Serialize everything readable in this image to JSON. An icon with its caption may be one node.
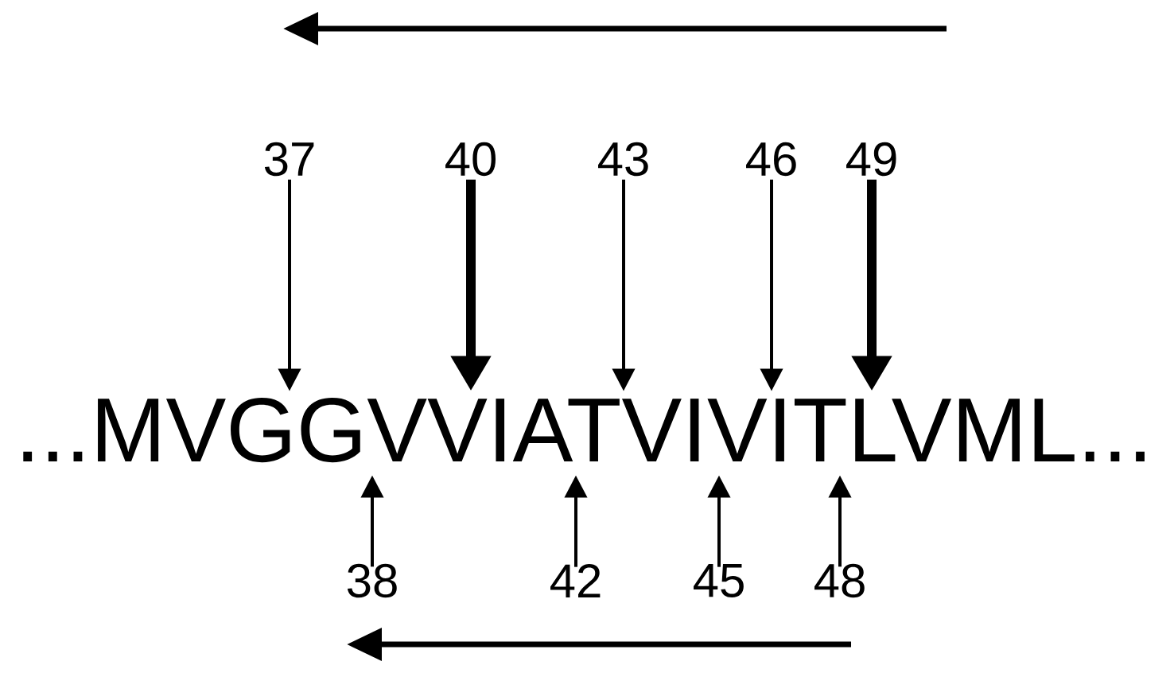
{
  "diagram": {
    "nodes": [
      {
        "text": [
          "37"
        ]
      },
      {
        "text": [
          "40"
        ]
      },
      {
        "text": [
          "43"
        ]
      },
      {
        "text": [
          "46"
        ]
      },
      {
        "text": [
          "49"
        ]
      },
      {
        "text": [
          "...MVGGVVIATVIVITLVML..."
        ]
      },
      {
        "text": [
          "38"
        ]
      },
      {
        "text": [
          "42"
        ]
      },
      {
        "text": [
          "45"
        ]
      },
      {
        "text": [
          "48"
        ]
      }
    ],
    "edges": [
      {
        "from": 0,
        "to": 5,
        "arrow": "to"
      },
      {
        "from": 1,
        "to": 5,
        "arrow": "to",
        "style": "thick"
      },
      {
        "from": 2,
        "to": 5,
        "arrow": "to"
      },
      {
        "from": 3,
        "to": 5,
        "arrow": "to"
      },
      {
        "from": 4,
        "to": 5,
        "arrow": "to",
        "style": "thick"
      },
      {
        "from": 6,
        "to": 5,
        "arrow": "to"
      },
      {
        "from": 7,
        "to": 5,
        "arrow": "to"
      },
      {
        "from": 8,
        "to": 5,
        "arrow": "to"
      },
      {
        "from": 9,
        "to": 5,
        "arrow": "to"
      }
    ]
  }
}
